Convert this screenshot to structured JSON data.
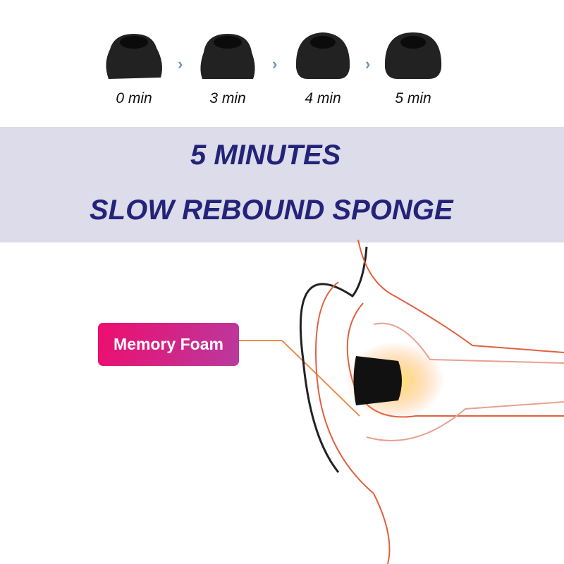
{
  "steps": [
    {
      "label": "0 min"
    },
    {
      "label": "3 min"
    },
    {
      "label": "4 min"
    },
    {
      "label": "5 min"
    }
  ],
  "headline": {
    "line1": "5 MINUTES",
    "line2": "SLOW REBOUND SPONGE"
  },
  "callout": {
    "label": "Memory Foam"
  },
  "colors": {
    "headline": "#23237a",
    "band": "#dcdcea",
    "badge_start": "#ee0d6e",
    "badge_end": "#b93a9e",
    "arrow": "#6a93bf"
  }
}
